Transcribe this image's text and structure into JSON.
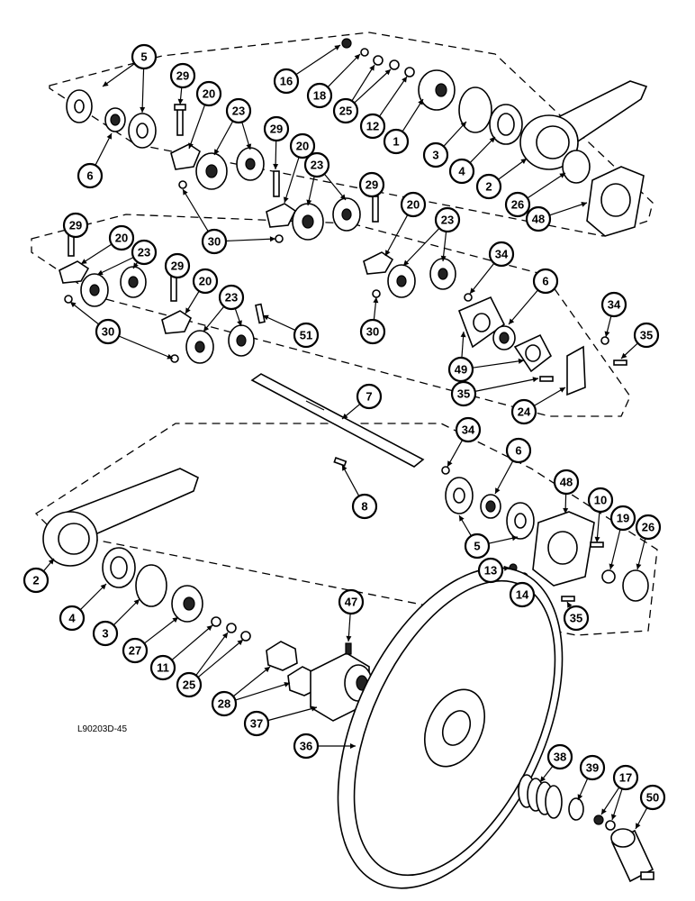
{
  "figure_id": "L90203D-45",
  "callouts": [
    {
      "label": "5"
    },
    {
      "label": "6"
    },
    {
      "label": "29"
    },
    {
      "label": "20"
    },
    {
      "label": "23"
    },
    {
      "label": "16"
    },
    {
      "label": "18"
    },
    {
      "label": "25"
    },
    {
      "label": "12"
    },
    {
      "label": "1"
    },
    {
      "label": "3"
    },
    {
      "label": "4"
    },
    {
      "label": "2"
    },
    {
      "label": "26"
    },
    {
      "label": "48"
    },
    {
      "label": "29"
    },
    {
      "label": "20"
    },
    {
      "label": "23"
    },
    {
      "label": "30"
    },
    {
      "label": "29"
    },
    {
      "label": "20"
    },
    {
      "label": "23"
    },
    {
      "label": "29"
    },
    {
      "label": "20"
    },
    {
      "label": "23"
    },
    {
      "label": "29"
    },
    {
      "label": "20"
    },
    {
      "label": "23"
    },
    {
      "label": "30"
    },
    {
      "label": "51"
    },
    {
      "label": "30"
    },
    {
      "label": "34"
    },
    {
      "label": "6"
    },
    {
      "label": "34"
    },
    {
      "label": "35"
    },
    {
      "label": "49"
    },
    {
      "label": "35"
    },
    {
      "label": "24"
    },
    {
      "label": "7"
    },
    {
      "label": "8"
    },
    {
      "label": "34"
    },
    {
      "label": "6"
    },
    {
      "label": "48"
    },
    {
      "label": "10"
    },
    {
      "label": "19"
    },
    {
      "label": "26"
    },
    {
      "label": "5"
    },
    {
      "label": "13"
    },
    {
      "label": "14"
    },
    {
      "label": "35"
    },
    {
      "label": "2"
    },
    {
      "label": "4"
    },
    {
      "label": "3"
    },
    {
      "label": "27"
    },
    {
      "label": "11"
    },
    {
      "label": "25"
    },
    {
      "label": "47"
    },
    {
      "label": "28"
    },
    {
      "label": "37"
    },
    {
      "label": "36"
    },
    {
      "label": "38"
    },
    {
      "label": "39"
    },
    {
      "label": "17"
    },
    {
      "label": "50"
    }
  ]
}
